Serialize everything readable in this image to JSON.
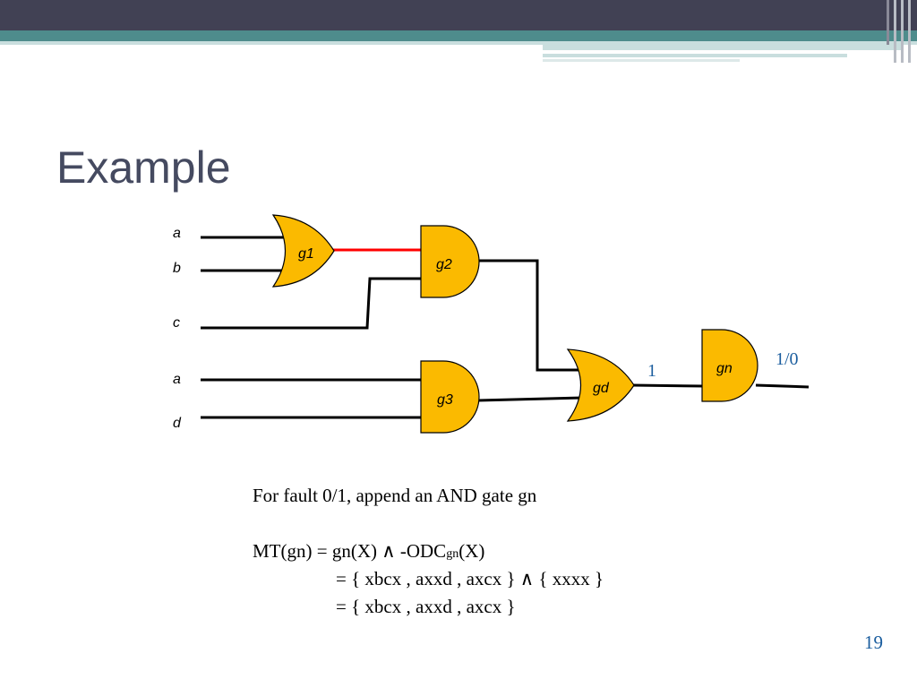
{
  "slide": {
    "title": "Example",
    "page_number": "19"
  },
  "colors": {
    "header_dark": "#414154",
    "header_teal": "#4e8c8c",
    "gate_fill": "#fbba00",
    "fault_wire": "#ff0000",
    "value_text": "#1a5d9e"
  },
  "circuit": {
    "inputs": {
      "g1_a": "a",
      "g1_b": "b",
      "g2_c": "c",
      "g3_a": "a",
      "g3_d": "d"
    },
    "gates": [
      {
        "id": "g1",
        "label": "g1",
        "type": "OR"
      },
      {
        "id": "g2",
        "label": "g2",
        "type": "AND"
      },
      {
        "id": "g3",
        "label": "g3",
        "type": "AND"
      },
      {
        "id": "gd",
        "label": "gd",
        "type": "OR"
      },
      {
        "id": "gn",
        "label": "gn",
        "type": "AND"
      }
    ],
    "values": {
      "gd_output": "1",
      "gn_output": "1/0"
    }
  },
  "text": {
    "line1": "For fault 0/1, append an AND gate gn",
    "line2_pre": "MT(gn) = gn(X) ∧ -ODC",
    "line2_sub": "gn",
    "line2_post": "(X)",
    "line3": "= { xbcx , axxd , axcx } ∧ { xxxx }",
    "line4": "= { xbcx , axxd , axcx }"
  }
}
